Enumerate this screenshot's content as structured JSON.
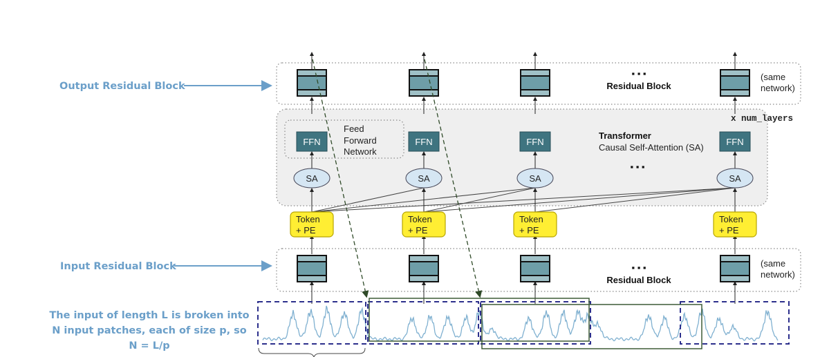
{
  "colors": {
    "annotation_blue": "#6b9fc9",
    "residual_block_fill": "#6e9ea8",
    "residual_block_band": "#9fc0c6",
    "ffn_fill": "#3f7480",
    "sa_fill": "#d5e6f3",
    "token_fill": "#ffee33",
    "token_border": "#b8a500",
    "transformer_bg": "#efefef",
    "patch_dash": "#2c2f8c",
    "window_green": "#3d5a36",
    "signal": "#7fb0d0"
  },
  "annotations": {
    "output_residual": "Output Residual Block",
    "input_residual": "Input Residual Block",
    "patch_note_line1": "The input of length L is broken into",
    "patch_note_line2": "N input patches, each of size p, so",
    "patch_note_line3": "N = L/p"
  },
  "output_layer": {
    "ellipsis": "▪ ▪ ▪",
    "title": "Residual Block",
    "same_network_line1": "(same",
    "same_network_line2": "network)"
  },
  "transformer": {
    "title": "Transformer",
    "subtitle": "Causal Self-Attention (SA)",
    "ellipsis": "▪ ▪ ▪",
    "ffn_group_line1": "Feed",
    "ffn_group_line2": "Forward",
    "ffn_group_line3": "Network",
    "repeat_label": "x num_layers",
    "ffn_label": "FFN",
    "sa_label": "SA"
  },
  "tokens": {
    "line1": "Token",
    "line2": "+ PE"
  },
  "input_layer": {
    "ellipsis": "▪ ▪ ▪",
    "title": "Residual Block",
    "same_network_line1": "(same",
    "same_network_line2": "network)"
  },
  "columns": [
    {
      "name": "patch-1"
    },
    {
      "name": "patch-2"
    },
    {
      "name": "patch-3"
    },
    {
      "name": "patch-N"
    }
  ]
}
